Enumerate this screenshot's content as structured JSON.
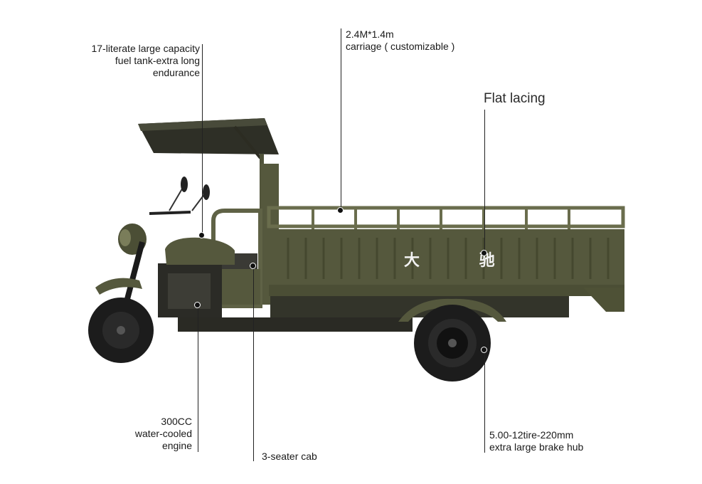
{
  "brand_mark": "大 驰",
  "colors": {
    "body": "#55583d",
    "body_dark": "#3d3f2b",
    "body_light": "#6d7050",
    "tire": "#1c1c1c",
    "line": "#222222"
  },
  "callouts": {
    "fuel_tank": {
      "lines": [
        "17-literate large capacity",
        "fuel tank-extra long",
        "endurance"
      ]
    },
    "carriage": {
      "lines": [
        "2.4M*1.4m",
        "carriage ( customizable )"
      ]
    },
    "lacing": {
      "lines": [
        "Flat lacing"
      ]
    },
    "engine": {
      "lines": [
        "300CC",
        "water-cooled",
        "engine"
      ]
    },
    "cab": {
      "lines": [
        "3-seater cab"
      ]
    },
    "brake": {
      "lines": [
        "5.00-12tire-220mm",
        "extra large brake hub"
      ]
    }
  }
}
